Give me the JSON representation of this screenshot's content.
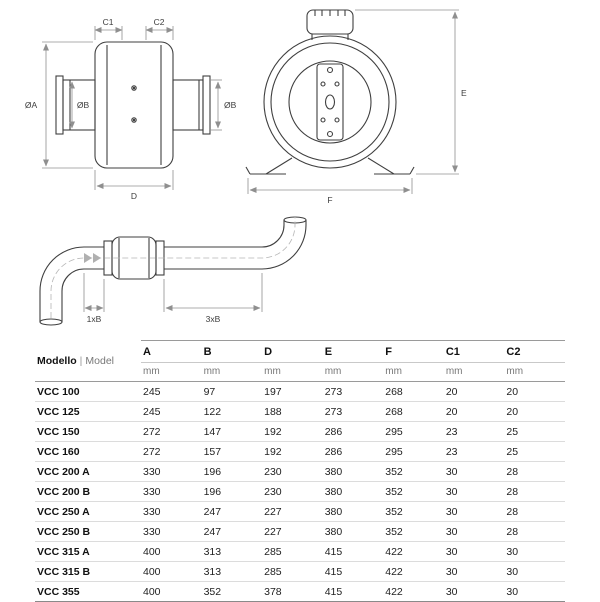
{
  "diagram": {
    "side_view": {
      "label_c1": "C1",
      "label_c2": "C2",
      "label_dia_a": "ØA",
      "label_dia_b_left": "ØB",
      "label_dia_b_right": "ØB",
      "label_d": "D"
    },
    "front_view": {
      "label_e": "E",
      "label_f": "F"
    },
    "installation": {
      "label_inlet": "1xB",
      "label_outlet": "3xB"
    }
  },
  "table": {
    "header_model_primary": "Modello",
    "header_model_separator": "|",
    "header_model_secondary": "Model",
    "columns": [
      "A",
      "B",
      "D",
      "E",
      "F",
      "C1",
      "C2"
    ],
    "unit_label": "mm",
    "rows": [
      {
        "model": "VCC 100",
        "values": [
          "245",
          "97",
          "197",
          "273",
          "268",
          "20",
          "20"
        ]
      },
      {
        "model": "VCC 125",
        "values": [
          "245",
          "122",
          "188",
          "273",
          "268",
          "20",
          "20"
        ]
      },
      {
        "model": "VCC 150",
        "values": [
          "272",
          "147",
          "192",
          "286",
          "295",
          "23",
          "25"
        ]
      },
      {
        "model": "VCC 160",
        "values": [
          "272",
          "157",
          "192",
          "286",
          "295",
          "23",
          "25"
        ]
      },
      {
        "model": "VCC 200 A",
        "values": [
          "330",
          "196",
          "230",
          "380",
          "352",
          "30",
          "28"
        ]
      },
      {
        "model": "VCC 200 B",
        "values": [
          "330",
          "196",
          "230",
          "380",
          "352",
          "30",
          "28"
        ]
      },
      {
        "model": "VCC 250 A",
        "values": [
          "330",
          "247",
          "227",
          "380",
          "352",
          "30",
          "28"
        ]
      },
      {
        "model": "VCC 250 B",
        "values": [
          "330",
          "247",
          "227",
          "380",
          "352",
          "30",
          "28"
        ]
      },
      {
        "model": "VCC 315 A",
        "values": [
          "400",
          "313",
          "285",
          "415",
          "422",
          "30",
          "30"
        ]
      },
      {
        "model": "VCC 315 B",
        "values": [
          "400",
          "313",
          "285",
          "415",
          "422",
          "30",
          "30"
        ]
      },
      {
        "model": "VCC 355",
        "values": [
          "400",
          "352",
          "378",
          "415",
          "422",
          "30",
          "30"
        ]
      }
    ]
  }
}
